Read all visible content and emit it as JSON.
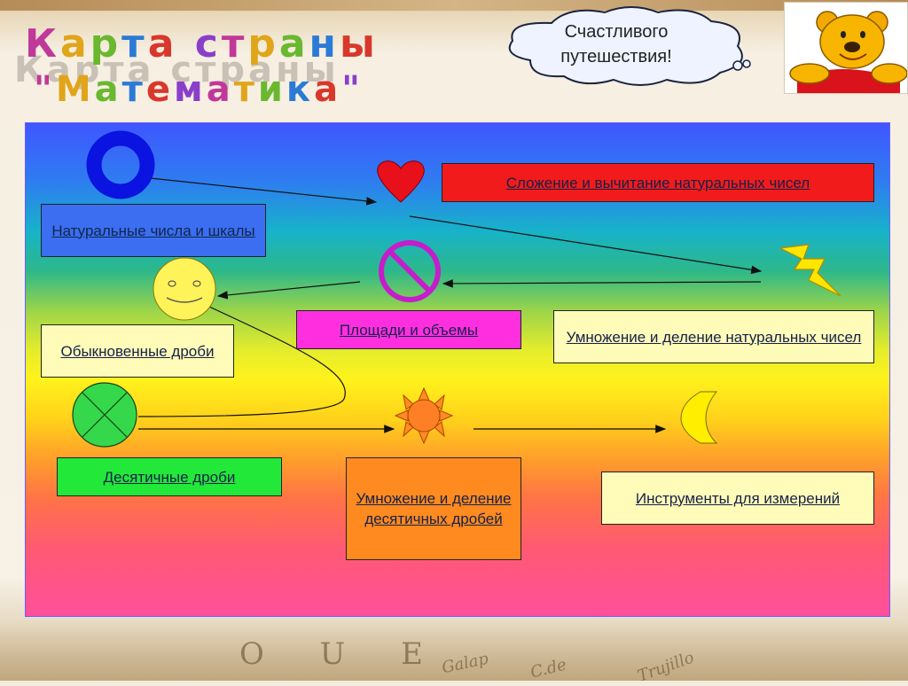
{
  "title": {
    "line1": "Карта страны",
    "line2": "\"Математика\""
  },
  "cloud": {
    "text_line1": "Счастливого",
    "text_line2": "путешествия!"
  },
  "nodes": {
    "natural_numbers": "Натуральные числа и шкалы",
    "addition": "Сложение и вычитание натуральных чисел",
    "multiplication": "Умножение и деление натуральных чисел",
    "areas": "Площади и объемы",
    "fractions": "Обыкновенные дроби",
    "decimals": "Десятичные дроби",
    "decimal_multiplication": "Умножение и деление десятичных дробей",
    "instruments": "Инструменты для измерений"
  },
  "background_text": [
    "O U E",
    "Galap",
    "C.de",
    "Trujillo"
  ],
  "colors": {
    "title": [
      "#c0399a",
      "#e0a51a",
      "#6ab82f",
      "#2a7bd6",
      "#d8382b",
      "#8b3fc9"
    ],
    "addition_box": "#f21b1b",
    "natural_box": "#3b6ef0",
    "areas_box": "#ff2fe0",
    "multiplication_box": "#fffbb8",
    "fractions_box": "#fffbb8",
    "decimals_box": "#22e83a",
    "decimal_mult_box": "#ff8a1f",
    "instruments_box": "#fffbb8"
  },
  "icons": [
    "ring-icon",
    "heart-icon",
    "lightning-icon",
    "no-sign-icon",
    "smiley-icon",
    "crossed-circle-icon",
    "sun-icon",
    "moon-icon",
    "winnie-the-pooh-picture"
  ]
}
